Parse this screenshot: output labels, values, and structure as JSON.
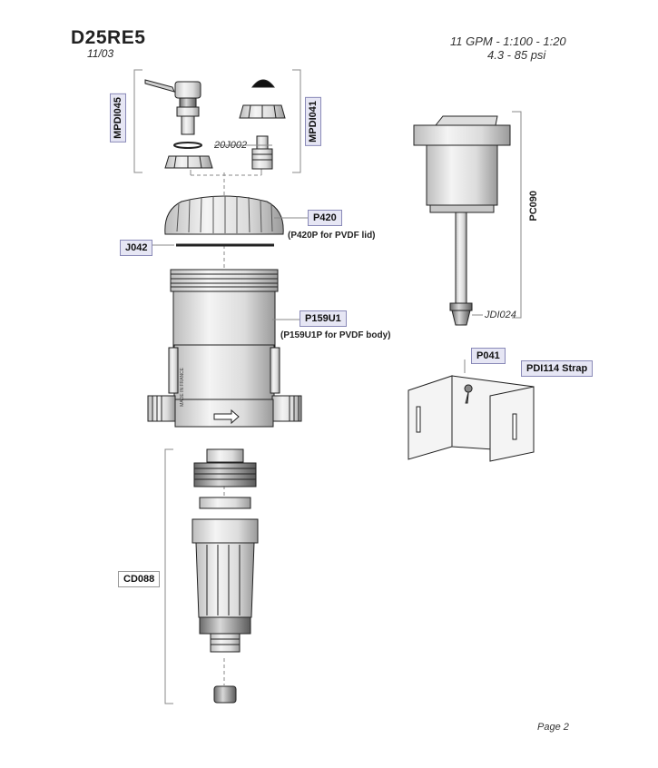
{
  "header": {
    "model": "D25RE5",
    "date": "11/03",
    "spec_line1": "11 GPM - 1:100 - 1:20",
    "spec_line2": "4.3 - 85 psi"
  },
  "parts": {
    "mpdi045": "MPDI045",
    "mpdi041": "MPDI041",
    "j20002": "20J002",
    "p420": "P420",
    "p420_note": "(P420P for PVDF lid)",
    "j042": "J042",
    "p159u1": "P159U1",
    "p159u1_note": "(P159U1P for PVDF body)",
    "cd088": "CD088",
    "pc090": "PC090",
    "jdi024": "JDI024",
    "p041": "P041",
    "pdi114": "PDI114 Strap"
  },
  "body_marking": "MADE IN FRANCE",
  "footer": {
    "page": "Page 2"
  }
}
